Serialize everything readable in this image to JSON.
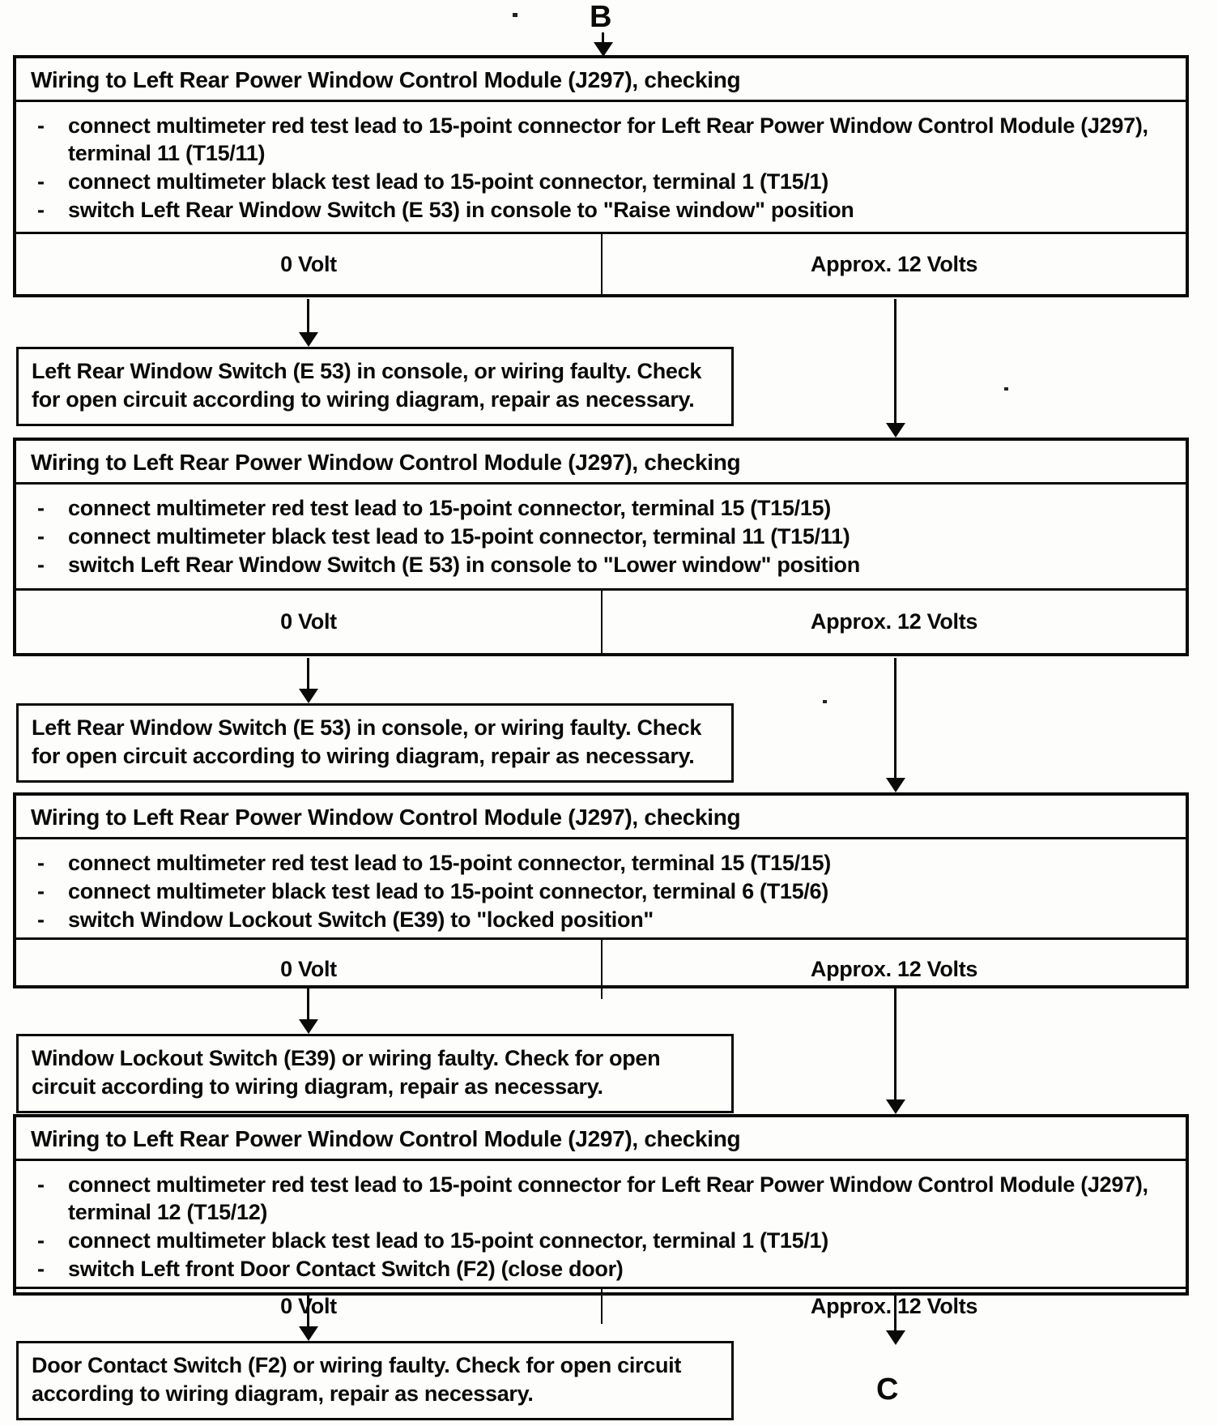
{
  "connectors": {
    "entry_label": "B",
    "exit_label": "C"
  },
  "steps": [
    {
      "title": "Wiring to Left Rear Power Window Control  Module (J297), checking",
      "bullets": [
        "connect multimeter red test lead to 15-point connector for Left Rear Power Window Control  Module (J297), terminal 11 (T15/11)",
        "connect multimeter black test lead to 15-point connector, terminal 1 (T15/1)",
        "switch Left Rear Window Switch (E 53) in console to \"Raise window\" position"
      ],
      "results": {
        "left": "0 Volt",
        "right": "Approx. 12 Volts"
      },
      "fault": "Left Rear Window Switch (E 53) in console,  or wiring faulty. Check for open circuit according to wiring  diagram, repair as  necessary."
    },
    {
      "title": "Wiring to Left Rear Power Window Control  Module (J297), checking",
      "bullets": [
        "connect multimeter red test lead to 15-point connector,  terminal 15 (T15/15)",
        "connect multimeter black test lead to 15-point connector,  terminal 11 (T15/11)",
        "switch Left Rear Window Switch (E 53) in console  to \"Lower window\" position"
      ],
      "results": {
        "left": "0 Volt",
        "right": "Approx. 12 Volts"
      },
      "fault": "Left Rear Window Switch (E 53) in console,  or wiring faulty. Check for open circuit according to wiring  diagram, repair as necessary."
    },
    {
      "title": "Wiring to Left Rear Power Window Control  Module (J297), checking",
      "bullets": [
        "connect multimeter red test lead to 15-point connector, terminal 15 (T15/15)",
        "connect multimeter black test lead to 15-point connector, terminal 6 (T15/6)",
        "switch Window Lockout Switch (E39)  to \"locked position\""
      ],
      "results": {
        "left": "0 Volt",
        "right": "Approx. 12 Volts"
      },
      "fault": "Window Lockout Switch (E39) or wiring faulty. Check  for open circuit  according to wiring diagram, repair as  necessary."
    },
    {
      "title": "Wiring to Left Rear Power Window Control Module (J297), checking",
      "bullets": [
        "connect multimeter red test lead to 15-point connector for Left Rear Power Window Control Module (J297), terminal 12 (T15/12)",
        "connect multimeter black test lead to 15-point connector, terminal 1 (T15/1)",
        "switch Left front Door Contact Switch (F2) (close door)"
      ],
      "results": {
        "left": "0 Volt",
        "right": "Approx. 12 Volts"
      },
      "fault": "Door Contact Switch (F2) or wiring faulty. Check for open circuit according to wiring diagram, repair as  necessary."
    }
  ]
}
